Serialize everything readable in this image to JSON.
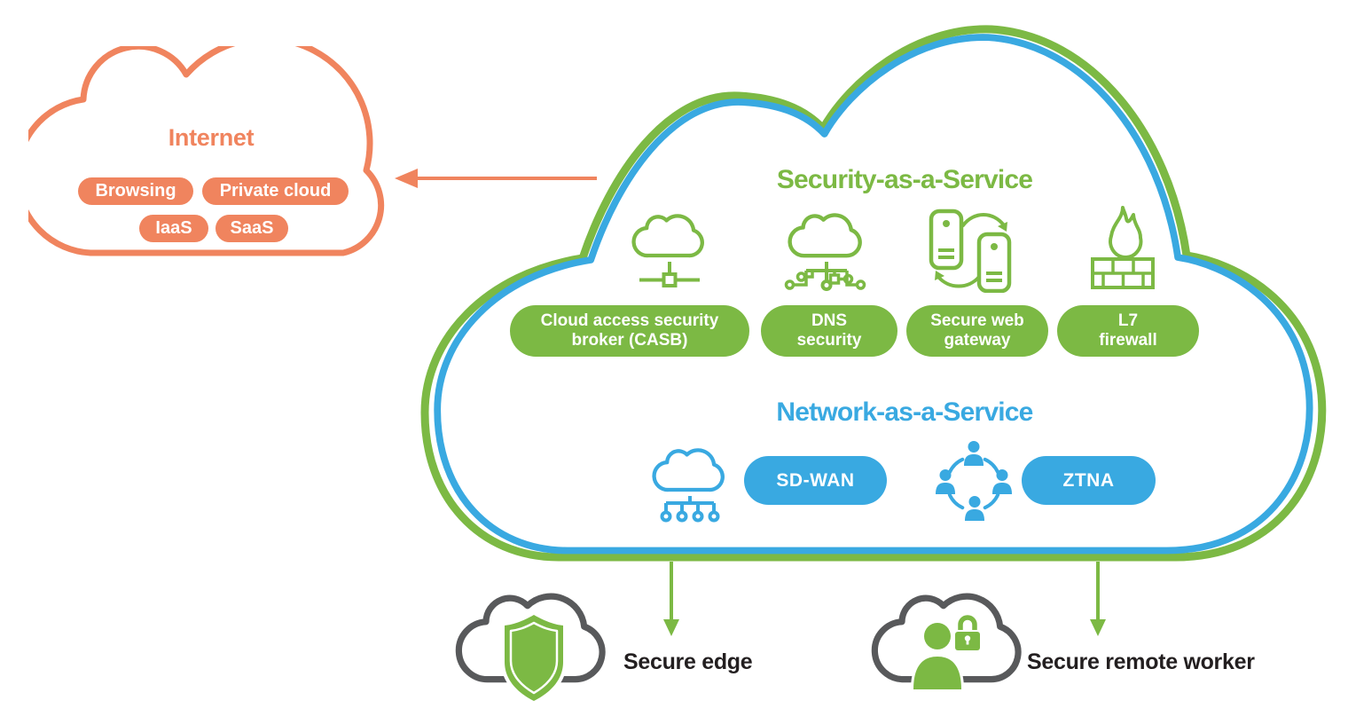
{
  "colors": {
    "orange": "#F0845E",
    "green": "#7CB944",
    "blue": "#39A9E1",
    "gray": "#58595B",
    "text_dark": "#231F20"
  },
  "internet": {
    "title": "Internet",
    "pills": [
      "Browsing",
      "Private cloud",
      "IaaS",
      "SaaS"
    ]
  },
  "security_service": {
    "title": "Security-as-a-Service",
    "items": [
      {
        "icon": "cloud-endpoint-icon",
        "lines": [
          "Cloud access security",
          "broker (CASB)"
        ]
      },
      {
        "icon": "cloud-circuit-icon",
        "lines": [
          "DNS",
          "security"
        ]
      },
      {
        "icon": "server-sync-icon",
        "lines": [
          "Secure web",
          "gateway"
        ]
      },
      {
        "icon": "firewall-flame-icon",
        "lines": [
          "L7",
          "firewall"
        ]
      }
    ]
  },
  "network_service": {
    "title": "Network-as-a-Service",
    "items": [
      {
        "icon": "cloud-branch-icon",
        "label": "SD-WAN"
      },
      {
        "icon": "user-ring-icon",
        "label": "ZTNA"
      }
    ]
  },
  "edges": [
    {
      "icon": "cloud-shield-icon",
      "label": "Secure edge"
    },
    {
      "icon": "cloud-user-lock-icon",
      "label": "Secure remote worker"
    }
  ]
}
